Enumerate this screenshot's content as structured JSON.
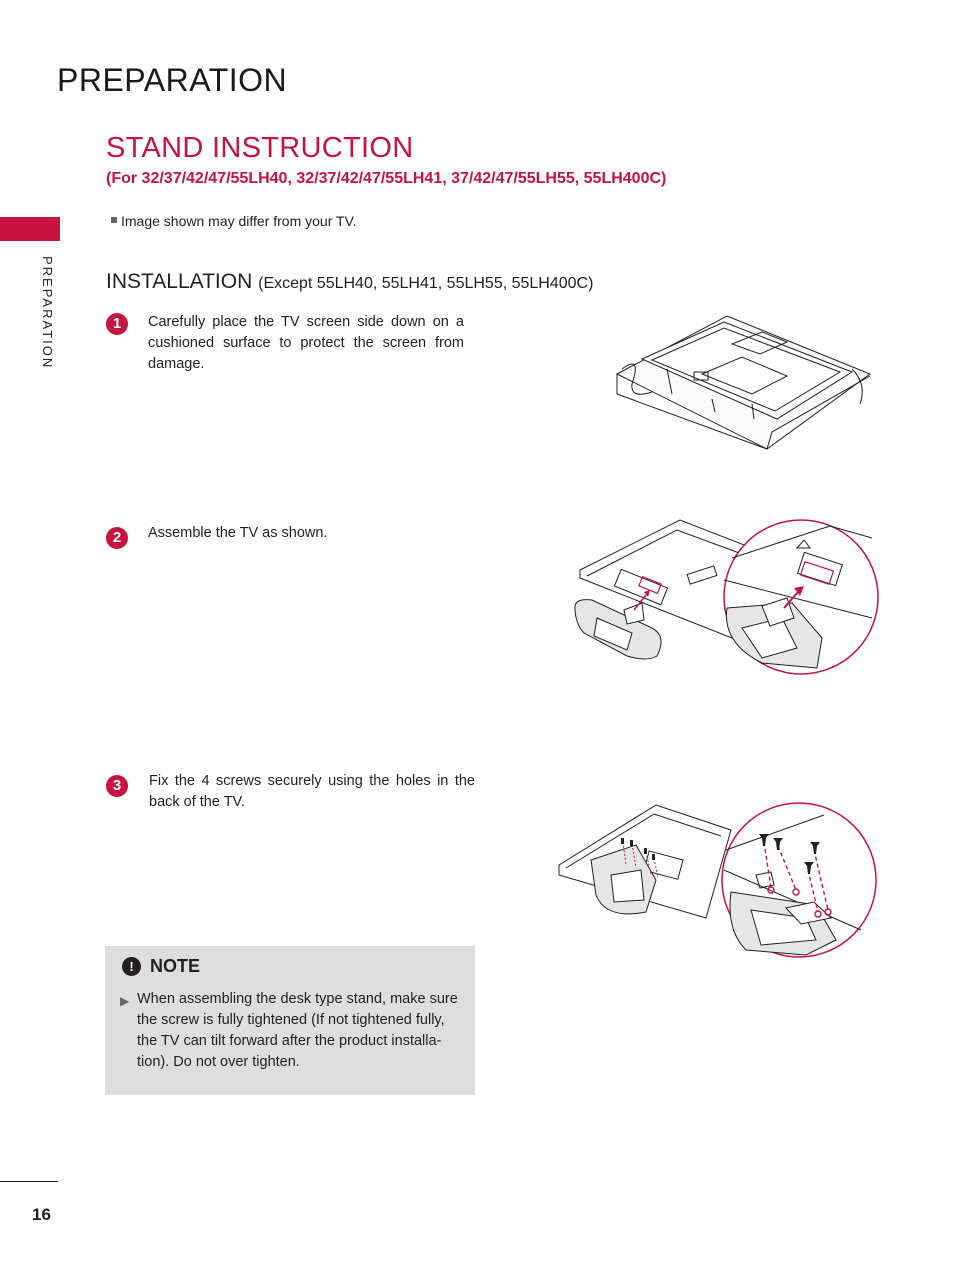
{
  "header": {
    "title": "PREPARATION"
  },
  "sidebar": {
    "label": "PREPARATION"
  },
  "section": {
    "title": "STAND INSTRUCTION",
    "models": "(For 32/37/42/47/55LH40, 32/37/42/47/55LH41, 37/42/47/55LH55, 55LH400C)",
    "disclaimer": "Image shown may differ from your TV."
  },
  "installation": {
    "title": "INSTALLATION",
    "subtitle": "(Except 55LH40, 55LH41, 55LH55, 55LH400C)"
  },
  "steps": [
    {
      "number": "1",
      "text": "Carefully place the TV screen side down on a cushioned surface to protect the screen from damage."
    },
    {
      "number": "2",
      "text": "Assemble the TV as shown."
    },
    {
      "number": "3",
      "text": "Fix the 4 screws securely using the holes in the back of the TV."
    }
  ],
  "note": {
    "label": "NOTE",
    "icon": "!",
    "text": "When assembling the desk type stand, make sure the screw is fully tightened (If not tightened fully, the TV can tilt forward after the product installa-tion). Do not  over tighten."
  },
  "footer": {
    "page_number": "16"
  },
  "colors": {
    "accent": "#c8123f",
    "note_bg": "#dedede",
    "text": "#231f20"
  }
}
